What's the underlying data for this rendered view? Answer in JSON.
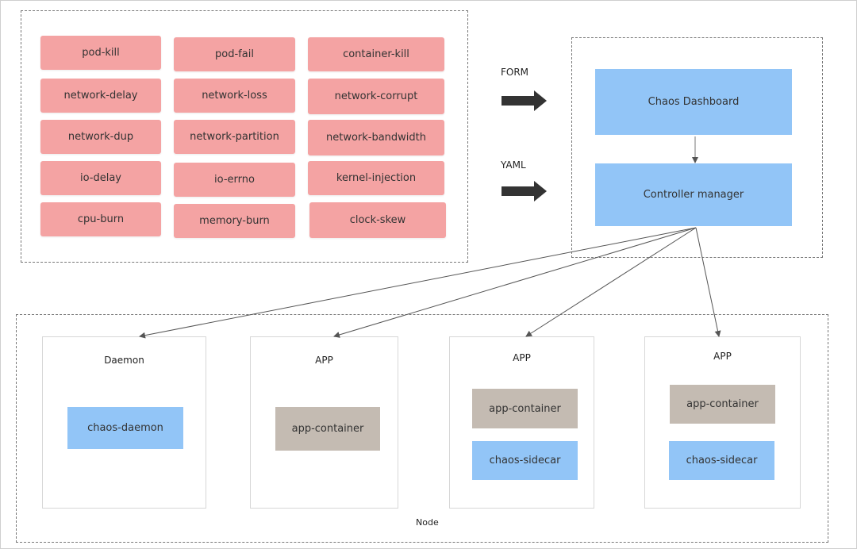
{
  "chaos_types": [
    [
      "pod-kill",
      "pod-fail",
      "container-kill"
    ],
    [
      "network-delay",
      "network-loss",
      "network-corrupt"
    ],
    [
      "network-dup",
      "network-partition",
      "network-bandwidth"
    ],
    [
      "io-delay",
      "io-errno",
      "kernel-injection"
    ],
    [
      "cpu-burn",
      "memory-burn",
      "clock-skew"
    ]
  ],
  "inputs": {
    "form_label": "FORM",
    "yaml_label": "YAML"
  },
  "control_plane": {
    "dashboard": "Chaos Dashboard",
    "controller": "Controller manager"
  },
  "node": {
    "label": "Node",
    "pods": [
      {
        "title": "Daemon",
        "containers": [
          {
            "name": "chaos-daemon",
            "kind": "blue"
          }
        ]
      },
      {
        "title": "APP",
        "containers": [
          {
            "name": "app-container",
            "kind": "grey"
          }
        ]
      },
      {
        "title": "APP",
        "containers": [
          {
            "name": "app-container",
            "kind": "grey"
          },
          {
            "name": "chaos-sidecar",
            "kind": "blue"
          }
        ]
      },
      {
        "title": "APP",
        "containers": [
          {
            "name": "app-container",
            "kind": "grey"
          },
          {
            "name": "chaos-sidecar",
            "kind": "blue"
          }
        ]
      }
    ]
  },
  "colors": {
    "chaos_box": "#f4a3a3",
    "blue_box": "#92c5f7",
    "grey_box": "#c4bbb2",
    "arrow": "#333333"
  }
}
